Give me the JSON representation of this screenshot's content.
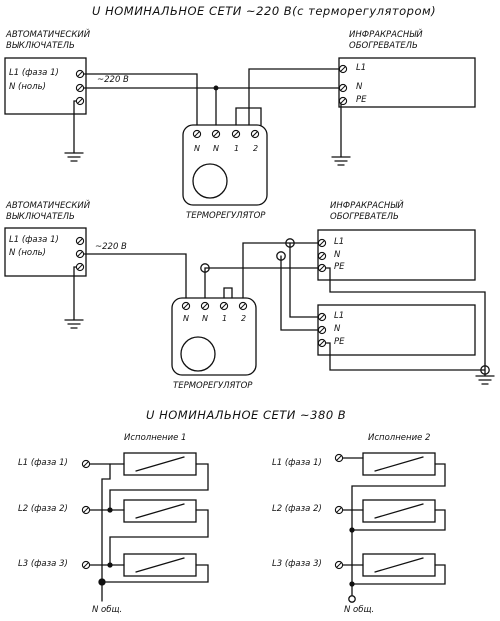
{
  "title_220": "U НОМИНАЛЬНОЕ СЕТИ ~220 В(с терморегулятором)",
  "title_380": "U НОМИНАЛЬНОЕ СЕТИ ~380 В",
  "breaker_label_line1": "АВТОМАТИЧЕСКИЙ",
  "breaker_label_line2": "ВЫКЛЮЧАТЕЛЬ",
  "heater_label_line1": "ИНФРАКРАСНЫЙ",
  "heater_label_line2": "ОБОГРЕВАТЕЛЬ",
  "thermostat_label": "ТЕРМОРЕГУЛЯТОР",
  "term_L1": "L1 (фаза 1)",
  "term_N": "N (ноль)",
  "voltage": "~220 В",
  "heater_L1": "L1",
  "heater_N": "N",
  "heater_PE": "PE",
  "thermo_terms": [
    "N",
    "N",
    "1",
    "2"
  ],
  "variant_1": "Исполнение 1",
  "variant_2": "Исполнение 2",
  "phase_L1": "L1 (фаза 1)",
  "phase_L2": "L2 (фаза 2)",
  "phase_L3": "L3 (фаза 3)",
  "n_common": "N общ."
}
